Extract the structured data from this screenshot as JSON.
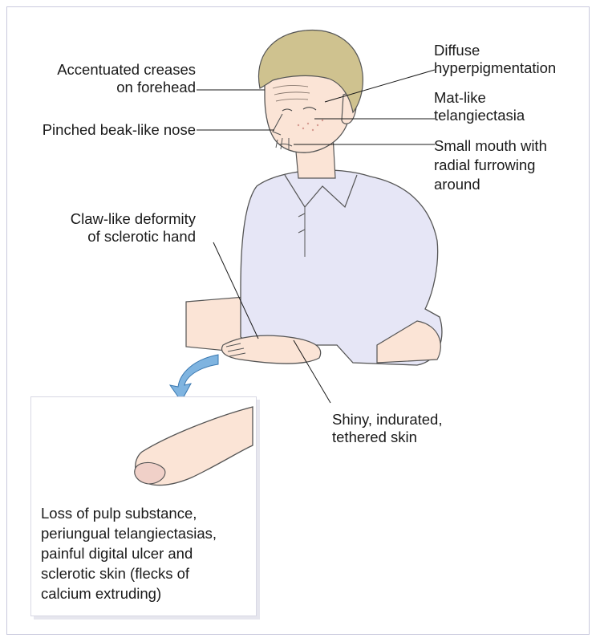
{
  "colors": {
    "skin": "#fbe4d6",
    "hair": "#cfc28f",
    "shirt": "#e6e6f6",
    "outline": "#555555",
    "arrow": "#7fb4e0",
    "frame": "#c9c9dd"
  },
  "labels": {
    "forehead": [
      "Accentuated creases",
      "on forehead"
    ],
    "nose": "Pinched beak-like nose",
    "pigment": [
      "Diffuse",
      "hyperpigmentation"
    ],
    "telang": [
      "Mat-like",
      "telangiectasia"
    ],
    "mouth": [
      "Small mouth with",
      "radial furrowing",
      "around"
    ],
    "claw": [
      "Claw-like deformity",
      "of sclerotic hand"
    ],
    "skin": [
      "Shiny, indurated,",
      "tethered skin"
    ]
  },
  "inset": {
    "lines": [
      "Loss of pulp substance,",
      "periungual telangiectasias,",
      "painful digital ulcer and",
      "sclerotic skin (flecks of",
      "calcium extruding)"
    ]
  }
}
